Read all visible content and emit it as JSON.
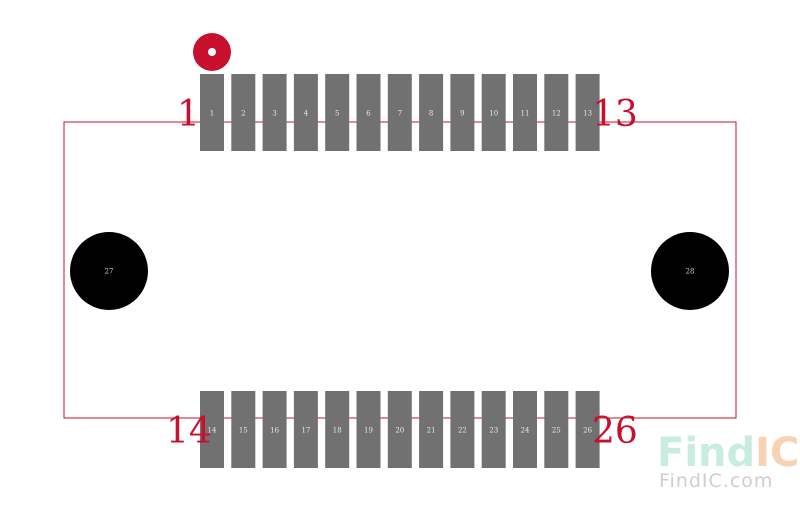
{
  "footprint": {
    "top_pads": [
      "1",
      "2",
      "3",
      "4",
      "5",
      "6",
      "7",
      "8",
      "9",
      "10",
      "11",
      "12",
      "13"
    ],
    "bottom_pads": [
      "14",
      "15",
      "16",
      "17",
      "18",
      "19",
      "20",
      "21",
      "22",
      "23",
      "24",
      "25",
      "26"
    ],
    "mounting_holes": [
      "27",
      "28"
    ],
    "pin_labels": {
      "top_left": "1",
      "top_right": "13",
      "bottom_left": "14",
      "bottom_right": "26"
    }
  },
  "watermark": {
    "brand_part1": "Find",
    "brand_part2": "IC",
    "site": "FindIC.com"
  },
  "colors": {
    "pad": "#717171",
    "outline": "#c8102e",
    "pin1_marker": "#c8102e",
    "mount_hole": "#000000",
    "watermark_find": "#c9ece2",
    "watermark_ic": "#f7d2b3"
  }
}
